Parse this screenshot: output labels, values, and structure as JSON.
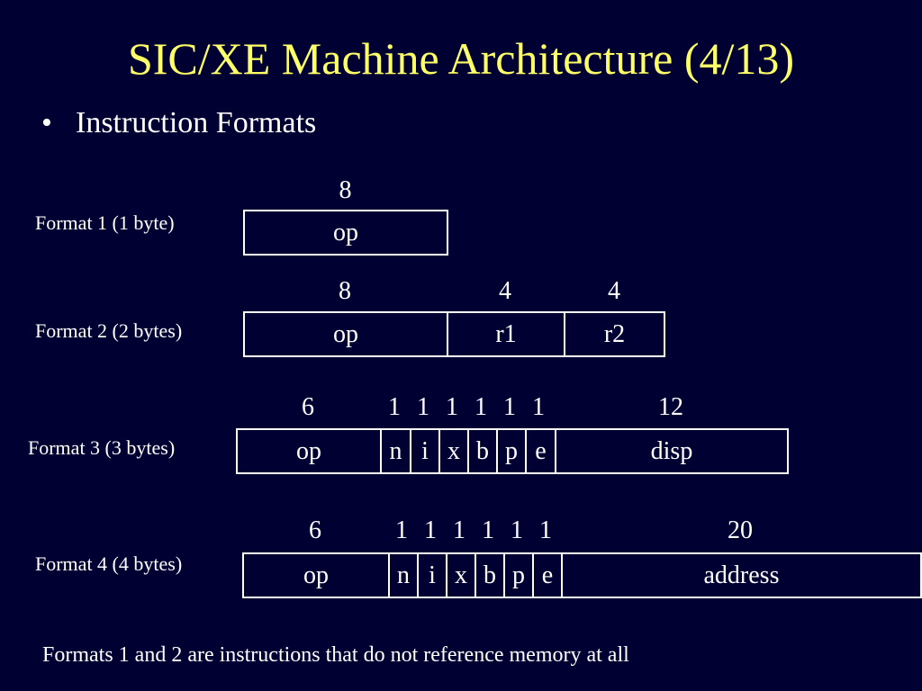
{
  "slide": {
    "title": "SIC/XE Machine Architecture (4/13)",
    "bullet": "•",
    "bullet_text": "Instruction Formats",
    "note": "Formats 1 and 2 are instructions that do not reference memory at all"
  },
  "formats": [
    {
      "label": "Format 1 (1 byte)",
      "bit_widths": [
        "8"
      ],
      "fields": [
        "op"
      ]
    },
    {
      "label": "Format 2 (2 bytes)",
      "bit_widths": [
        "8",
        "4",
        "4"
      ],
      "fields": [
        "op",
        "r1",
        "r2"
      ]
    },
    {
      "label": "Format 3 (3 bytes)",
      "bit_widths": [
        "6",
        "1",
        "1",
        "1",
        "1",
        "1",
        "1",
        "12"
      ],
      "fields": [
        "op",
        "n",
        "i",
        "x",
        "b",
        "p",
        "e",
        "disp"
      ]
    },
    {
      "label": "Format 4 (4 bytes)",
      "bit_widths": [
        "6",
        "1",
        "1",
        "1",
        "1",
        "1",
        "1",
        "20"
      ],
      "fields": [
        "op",
        "n",
        "i",
        "x",
        "b",
        "p",
        "e",
        "address"
      ]
    }
  ]
}
